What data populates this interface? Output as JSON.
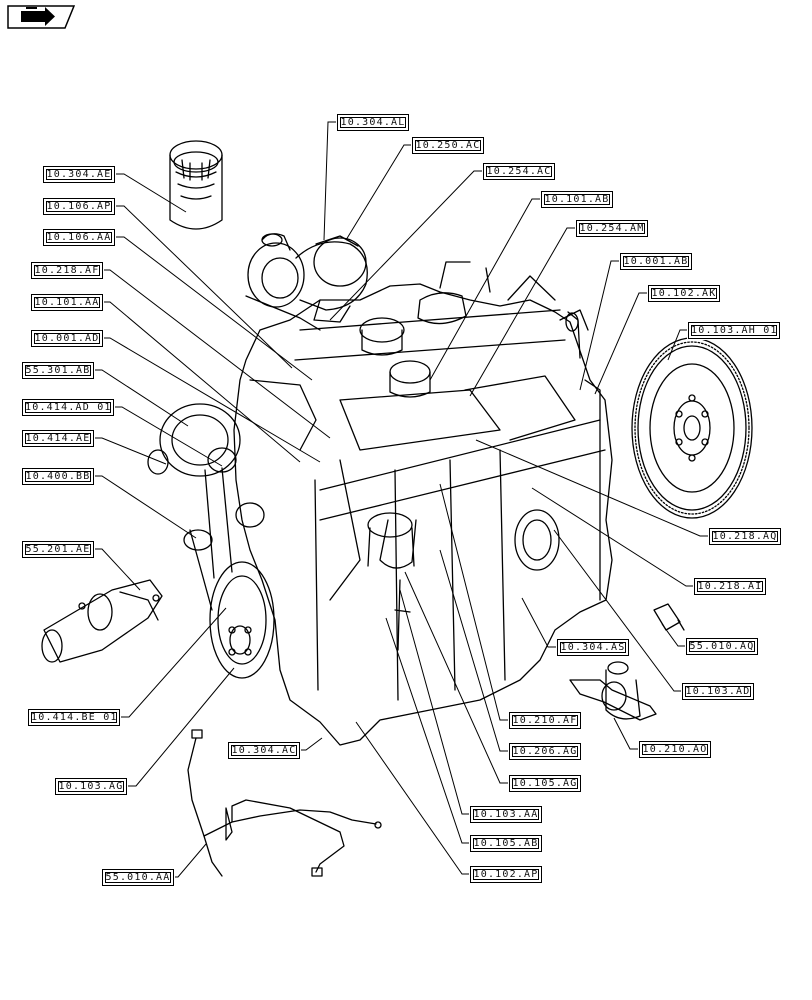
{
  "navigation": {
    "icon": "previous-page-arrow-icon"
  },
  "callouts": [
    "10.304.AL",
    "10.250.AC",
    "10.254.AC",
    "10.101.AB",
    "10.254.AM",
    "10.001.AB",
    "10.102.AK",
    "10.103.AH 01",
    "10.304.AE",
    "10.106.AP",
    "10.106.AA",
    "10.218.AF",
    "10.101.AA",
    "10.001.AD",
    "55.301.AB",
    "10.414.AD 01",
    "10.414.AE",
    "10.400.BB",
    "55.201.AE",
    "10.414.BE 01",
    "10.103.AG",
    "55.010.AA",
    "10.304.AC",
    "10.102.AP",
    "10.105.AB",
    "10.103.AA",
    "10.105.AG",
    "10.206.AG",
    "10.210.AF",
    "10.304.AS",
    "10.103.AD",
    "10.210.AO",
    "55.010.AQ",
    "10.218.AI",
    "10.218.AQ"
  ]
}
